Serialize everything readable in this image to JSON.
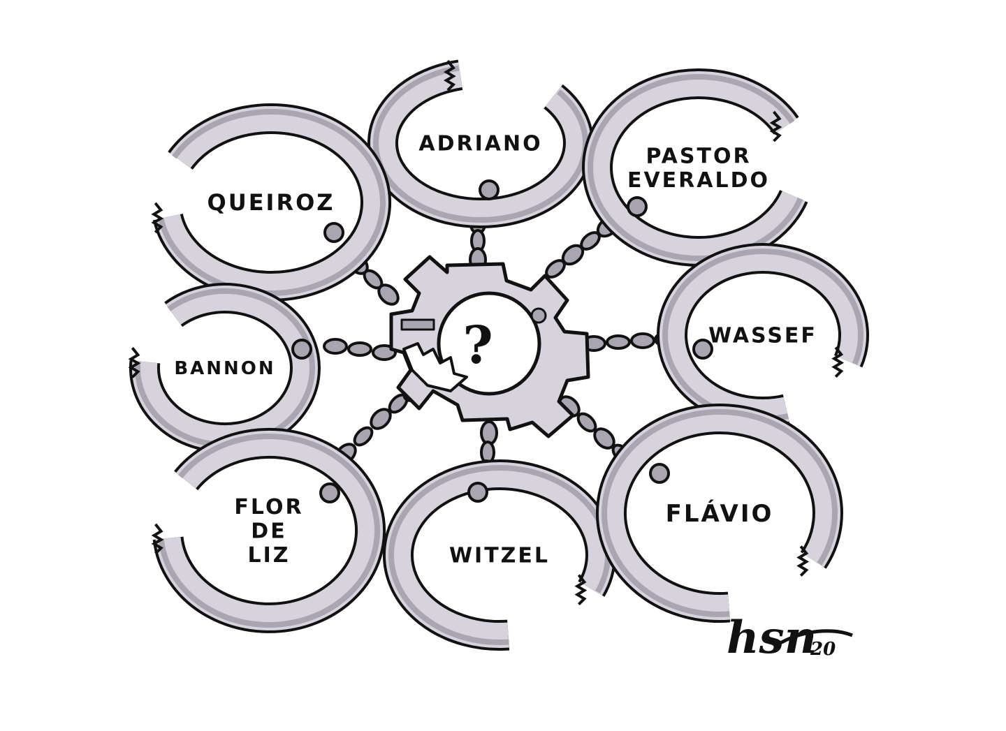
{
  "cartoon": {
    "center_label": "?",
    "cuffs": [
      {
        "id": "adriano",
        "lines": [
          "ADRIANO"
        ]
      },
      {
        "id": "pastor-everaldo",
        "lines": [
          "PASTOR",
          "EVERALDO"
        ]
      },
      {
        "id": "queiroz",
        "lines": [
          "QUEIROZ"
        ]
      },
      {
        "id": "wassef",
        "lines": [
          "WASSEF"
        ]
      },
      {
        "id": "bannon",
        "lines": [
          "BANNON"
        ]
      },
      {
        "id": "flor-de-liz",
        "lines": [
          "FLOR",
          "DE",
          "LIZ"
        ]
      },
      {
        "id": "witzel",
        "lines": [
          "WITZEL"
        ]
      },
      {
        "id": "flavio",
        "lines": [
          "FLÁVIO"
        ]
      }
    ],
    "signature": {
      "name": "hsn",
      "year": "20"
    },
    "colors": {
      "ink": "#111111",
      "metal": "#d6d3dc",
      "metal_shadow": "#a9a6b1",
      "hole": "#ffffff",
      "background": "#ffffff"
    }
  }
}
